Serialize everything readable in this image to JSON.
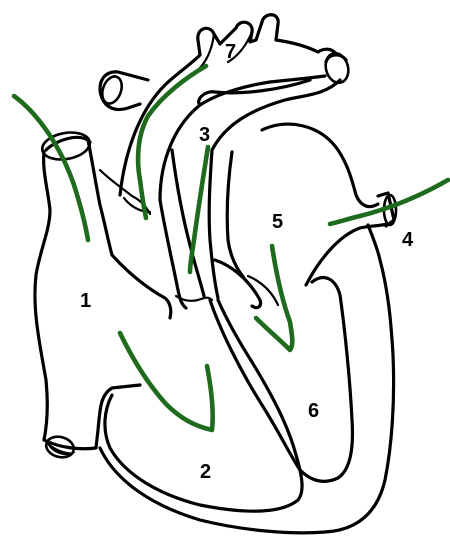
{
  "diagram": {
    "labels": [
      "1",
      "2",
      "3",
      "4",
      "5",
      "6",
      "7"
    ],
    "pointer_color": "#1e6b1e",
    "outline_color": "#000000",
    "background_color": "#ffffff"
  }
}
